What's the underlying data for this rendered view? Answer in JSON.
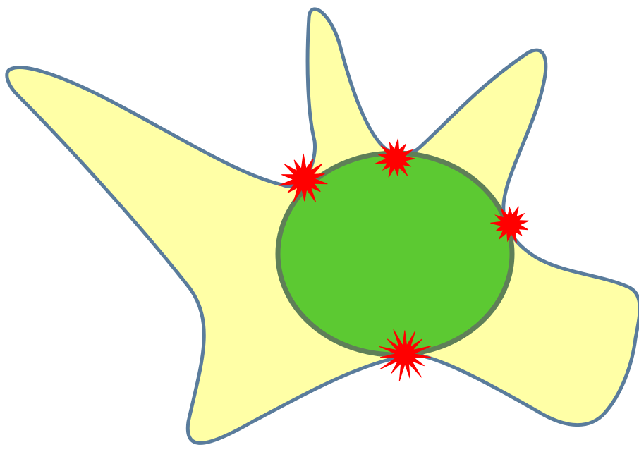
{
  "colors": {
    "background": "#ffffff",
    "cell_fill": "#ffffa6",
    "cell_outline": "#5a7c9c",
    "nucleus_fill": "#5cc932",
    "nucleus_outline": "#5f7f58",
    "marker_fill": "#ff0000"
  },
  "shapes": {
    "cell_body": "cell-shape",
    "nucleus": "round-nucleus",
    "markers": [
      {
        "name": "upper-left-contact",
        "icon": "red-starburst-icon"
      },
      {
        "name": "top-contact",
        "icon": "red-starburst-icon"
      },
      {
        "name": "right-contact",
        "icon": "red-starburst-icon"
      },
      {
        "name": "bottom-contact",
        "icon": "red-starburst-icon"
      }
    ]
  }
}
